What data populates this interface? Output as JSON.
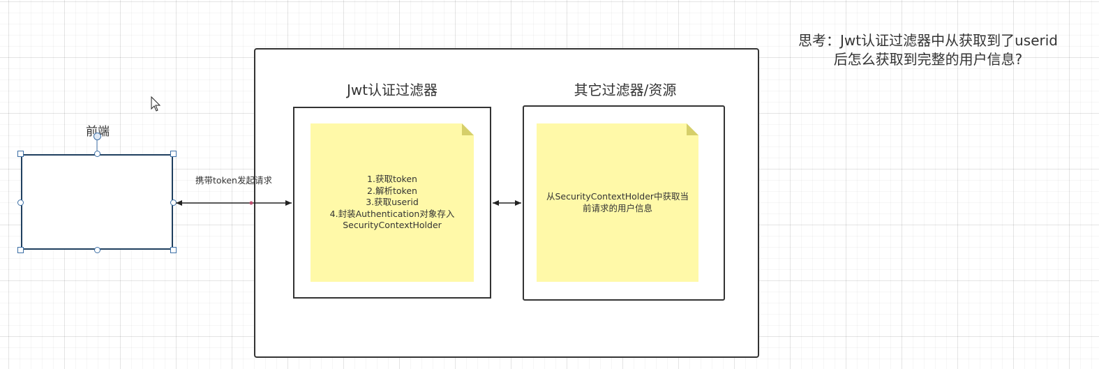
{
  "frontend": {
    "label": "前端"
  },
  "arrow_label": "携带token发起请求",
  "groups": {
    "jwt_filter": {
      "title": "Jwt认证过滤器"
    },
    "other_filters": {
      "title": "其它过滤器/资源"
    }
  },
  "notes": {
    "jwt_steps": [
      "1.获取token",
      "2.解析token",
      "3.获取userid",
      "4.封装Authentication对象存入",
      "SecurityContextHolder"
    ],
    "other_text": [
      "从SecurityContextHolder中获取当",
      "前请求的用户信息"
    ]
  },
  "thought": {
    "lines": [
      "思考：Jwt认证过滤器中从获取到了userid",
      "后怎么获取到完整的用户信息?"
    ]
  },
  "colors": {
    "note_fill": "#fff9a8",
    "note_fold": "#d6cf6a",
    "selection_handle": "#3b6ea5",
    "stroke": "#333333"
  },
  "icons": {
    "cursor": "mouse-pointer-icon"
  }
}
